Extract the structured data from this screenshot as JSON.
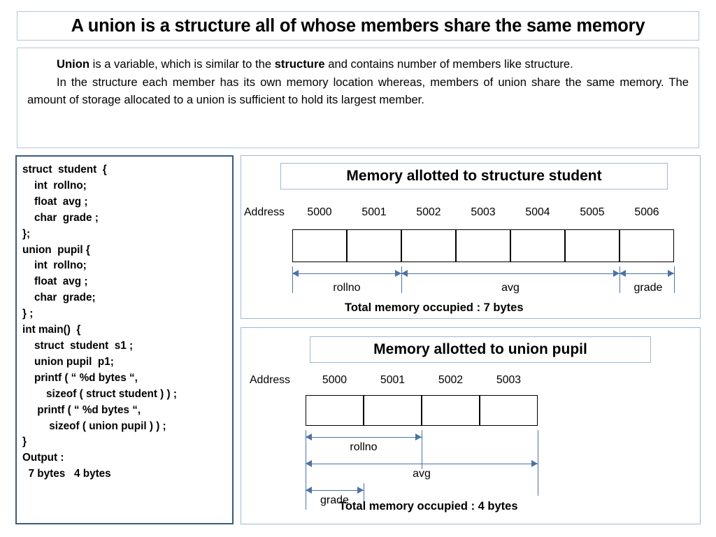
{
  "slide": {
    "title": "A  union is a structure all of whose members share the same memory"
  },
  "intro": {
    "p1_bold_lead": "Union",
    "p1_rest": " is a variable, which is similar to the ",
    "p1_bold_2": "structure",
    "p1_tail": " and contains number of members like structure.",
    "p2": "In the structure each member has its own memory location whereas, members of union share the same memory. The amount of storage allocated to a union is sufficient to hold its largest member."
  },
  "code": {
    "lines": [
      "struct  student  {",
      "    int  rollno;",
      "    float  avg ;",
      "    char  grade ;",
      "};",
      "union  pupil {",
      "    int  rollno;",
      "    float  avg ;",
      "    char  grade;",
      "} ;",
      "int main()  {",
      "    struct  student  s1 ;",
      "    union pupil  p1;",
      "    printf ( “ %d bytes “,",
      "        sizeof ( struct student ) ) ;",
      "     printf ( “ %d bytes “,",
      "         sizeof ( union pupil ) ) ;",
      "}",
      "Output :",
      "  7 bytes   4 bytes"
    ]
  },
  "chart_data": [
    {
      "type": "table",
      "id": "structure-memory-map",
      "title": "Memory allotted to structure student",
      "address_label": "Address",
      "addresses": [
        "5000",
        "5001",
        "5002",
        "5003",
        "5004",
        "5005",
        "5006"
      ],
      "cells": 7,
      "members": [
        {
          "name": "rollno",
          "start_index": 0,
          "span": 2,
          "bytes": 2
        },
        {
          "name": "avg",
          "start_index": 2,
          "span": 4,
          "bytes": 4
        },
        {
          "name": "grade",
          "start_index": 6,
          "span": 1,
          "bytes": 1
        }
      ],
      "total_text": "Total memory occupied  :  7  bytes",
      "total_bytes": 7
    },
    {
      "type": "table",
      "id": "union-memory-map",
      "title": "Memory allotted to union pupil",
      "address_label": "Address",
      "addresses": [
        "5000",
        "5001",
        "5002",
        "5003"
      ],
      "cells": 4,
      "members": [
        {
          "name": "rollno",
          "start_index": 0,
          "span": 2,
          "bytes": 2
        },
        {
          "name": "avg",
          "start_index": 0,
          "span": 4,
          "bytes": 4
        },
        {
          "name": "grade",
          "start_index": 0,
          "span": 1,
          "bytes": 1
        }
      ],
      "total_text": "Total memory occupied  :  4  bytes",
      "total_bytes": 4
    }
  ],
  "colors": {
    "panel_border": "#9fb8d4",
    "code_border": "#3b5a7d",
    "arrow": "#4d72a5",
    "cell_border": "#000000",
    "text": "#000000"
  }
}
